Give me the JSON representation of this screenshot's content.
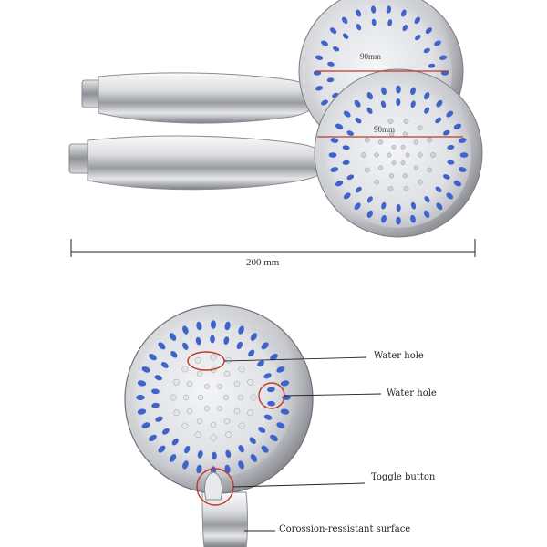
{
  "top_view": {
    "dimension_total": "200 mm",
    "head_diameter_back": "90mm",
    "head_diameter_front": "90mm"
  },
  "bottom_view": {
    "callouts": [
      {
        "label": "Water hole"
      },
      {
        "label": "Water hole"
      },
      {
        "label": "Toggle button"
      },
      {
        "label": "Corossion-ressistant surface"
      }
    ]
  },
  "colors": {
    "chrome_light": "#f2f2f4",
    "chrome_dark": "#8a8c92",
    "nozzle_blue": "#3e63c9",
    "callout_red": "#c0392b",
    "dimension_line": "#222222"
  }
}
